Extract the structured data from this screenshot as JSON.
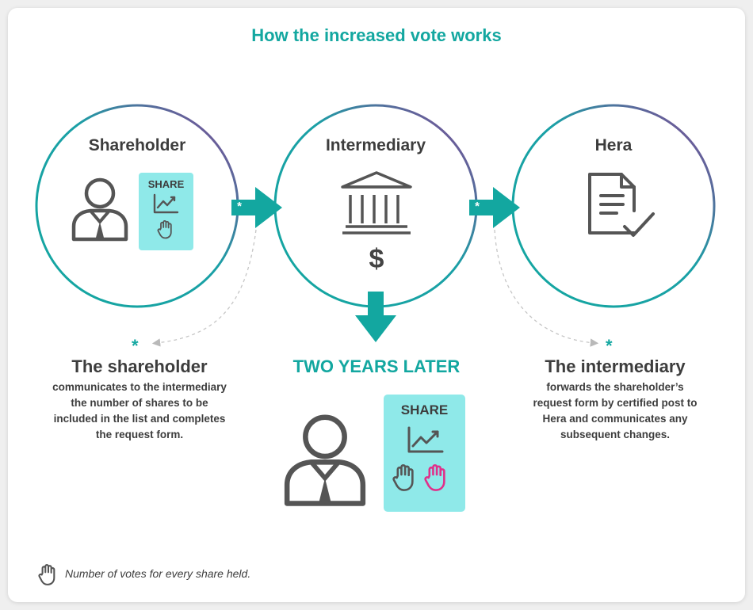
{
  "title": "How the increased vote works",
  "nodes": [
    {
      "label": "Shareholder"
    },
    {
      "label": "Intermediary"
    },
    {
      "label": "Hera"
    }
  ],
  "share_card": {
    "label": "SHARE"
  },
  "currency_symbol": "$",
  "asterisk": "*",
  "shareholder_note": {
    "heading": "The shareholder",
    "lines": [
      "communicates to the intermediary",
      "the number of shares to be",
      "included in the list and completes",
      "the request form."
    ]
  },
  "later": {
    "heading": "TWO YEARS LATER",
    "share_label": "SHARE"
  },
  "intermediary_note": {
    "heading": "The intermediary",
    "lines": [
      "forwards the shareholder’s",
      "request form by certified post to",
      "Hera and communicates any",
      "subsequent changes."
    ]
  },
  "legend": {
    "icon": "hand-icon",
    "text": "Number of votes for every share held."
  },
  "colors": {
    "teal": "#13a7a0",
    "purple": "#8e3e93",
    "share_bg": "#8fe9e9",
    "icon_gray": "#555555",
    "pink": "#e0308a"
  }
}
